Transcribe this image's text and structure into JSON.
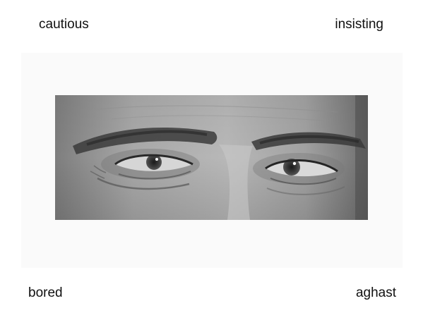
{
  "choices": {
    "top_left": "cautious",
    "top_right": "insisting",
    "bottom_left": "bored",
    "bottom_right": "aghast"
  },
  "stimulus": {
    "icon": "eyes-photo-icon",
    "tone": "grayscale"
  }
}
